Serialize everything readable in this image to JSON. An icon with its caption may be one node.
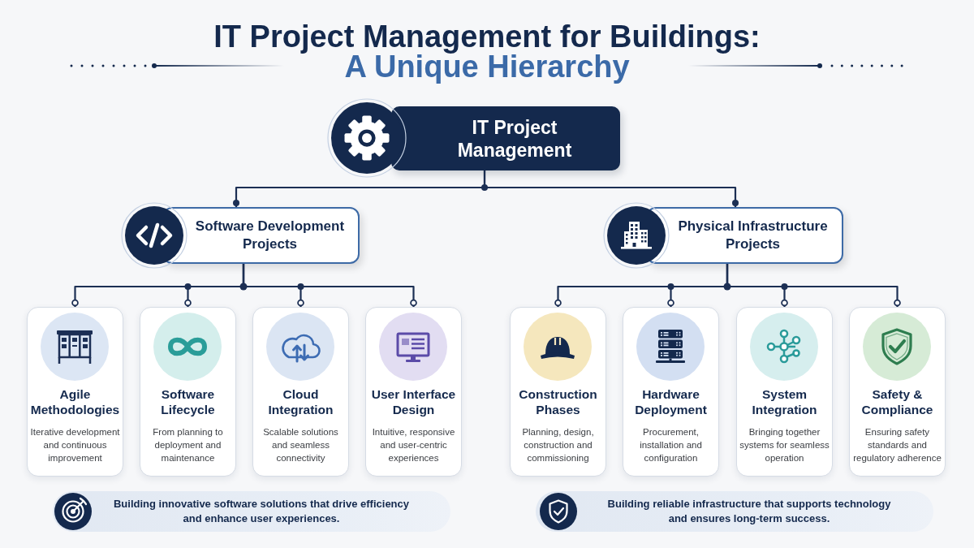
{
  "diagram": {
    "title": "IT Project Management for Buildings:",
    "nodes": [
      {
        "text": [
          "IT Project Management"
        ]
      },
      {
        "text": [
          "Software Development Projects"
        ]
      },
      {
        "text": [
          "Physical Infrastructure Projects"
        ]
      },
      {
        "text": [
          "Agile Methodologies",
          "Iterative development and continuous improvement"
        ]
      },
      {
        "text": [
          "Software Lifecycle",
          "From planning to deployment and maintenance"
        ]
      },
      {
        "text": [
          "Cloud Integration",
          "Scalable solutions and seamless connectivity"
        ]
      },
      {
        "text": [
          "User Interface Design",
          "Intuitive, responsive and user-centric experiences"
        ]
      },
      {
        "text": [
          "Construction Phases",
          "Planning, design, construction and commissioning"
        ]
      },
      {
        "text": [
          "Hardware Deployment",
          "Procurement, installation and configuration"
        ]
      },
      {
        "text": [
          "System Integration",
          "Bringing together systems for seamless operation"
        ]
      },
      {
        "text": [
          "Safety & Compliance",
          "Ensuring safety standards and regulatory adherence"
        ]
      },
      {
        "text": [
          "Building innovative software solutions that drive efficiency and enhance user experiences."
        ]
      },
      {
        "text": [
          "Building reliable infrastructure that supports technology and ensures long-term success."
        ]
      }
    ],
    "edges": [
      {
        "from": 0,
        "to": 1,
        "arrow": "other"
      },
      {
        "from": 0,
        "to": 2,
        "arrow": "other"
      },
      {
        "from": 1,
        "to": 3,
        "arrow": "other"
      },
      {
        "from": 1,
        "to": 4,
        "arrow": "other"
      },
      {
        "from": 1,
        "to": 5,
        "arrow": "other"
      },
      {
        "from": 1,
        "to": 6,
        "arrow": "other"
      },
      {
        "from": 2,
        "to": 7,
        "arrow": "other"
      },
      {
        "from": 2,
        "to": 8,
        "arrow": "other"
      },
      {
        "from": 2,
        "to": 9,
        "arrow": "other"
      },
      {
        "from": 2,
        "to": 10,
        "arrow": "other"
      }
    ],
    "labels": [
      "A Unique Hierarchy"
    ]
  }
}
